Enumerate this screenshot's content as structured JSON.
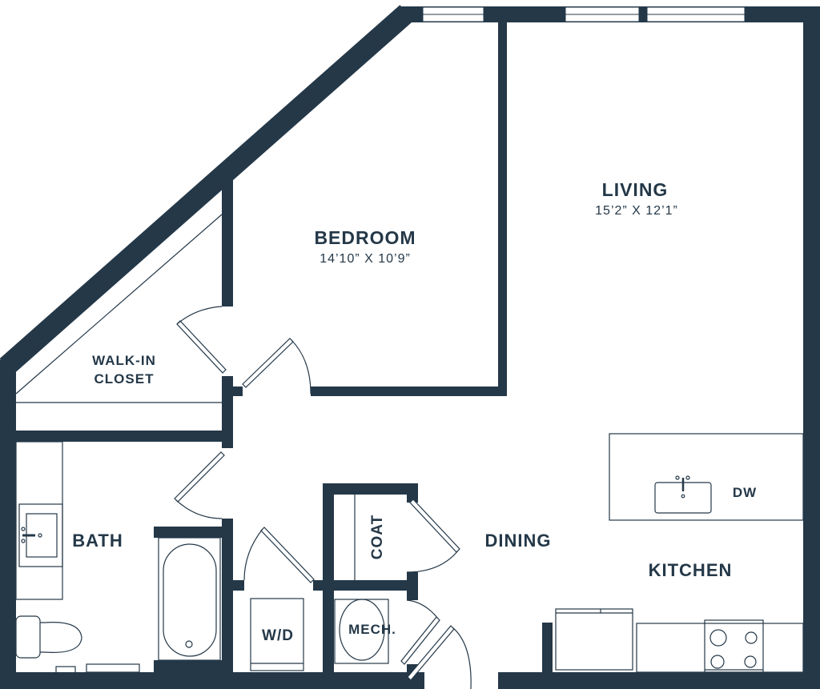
{
  "colors": {
    "wall": "#243848",
    "background": "#ffffff"
  },
  "rooms": {
    "bedroom": {
      "name": "BEDROOM",
      "dims": "14’10” X 10’9”"
    },
    "living": {
      "name": "LIVING",
      "dims": "15’2” X 12’1”"
    },
    "walk_in_closet": {
      "line1": "WALK-IN",
      "line2": "CLOSET"
    },
    "bath": {
      "name": "BATH"
    },
    "wd": {
      "name": "W/D"
    },
    "mech": {
      "name": "MECH."
    },
    "coat": {
      "name": "COAT"
    },
    "dining": {
      "name": "DINING"
    },
    "kitchen": {
      "name": "KITCHEN"
    },
    "dw": {
      "name": "DW"
    }
  }
}
